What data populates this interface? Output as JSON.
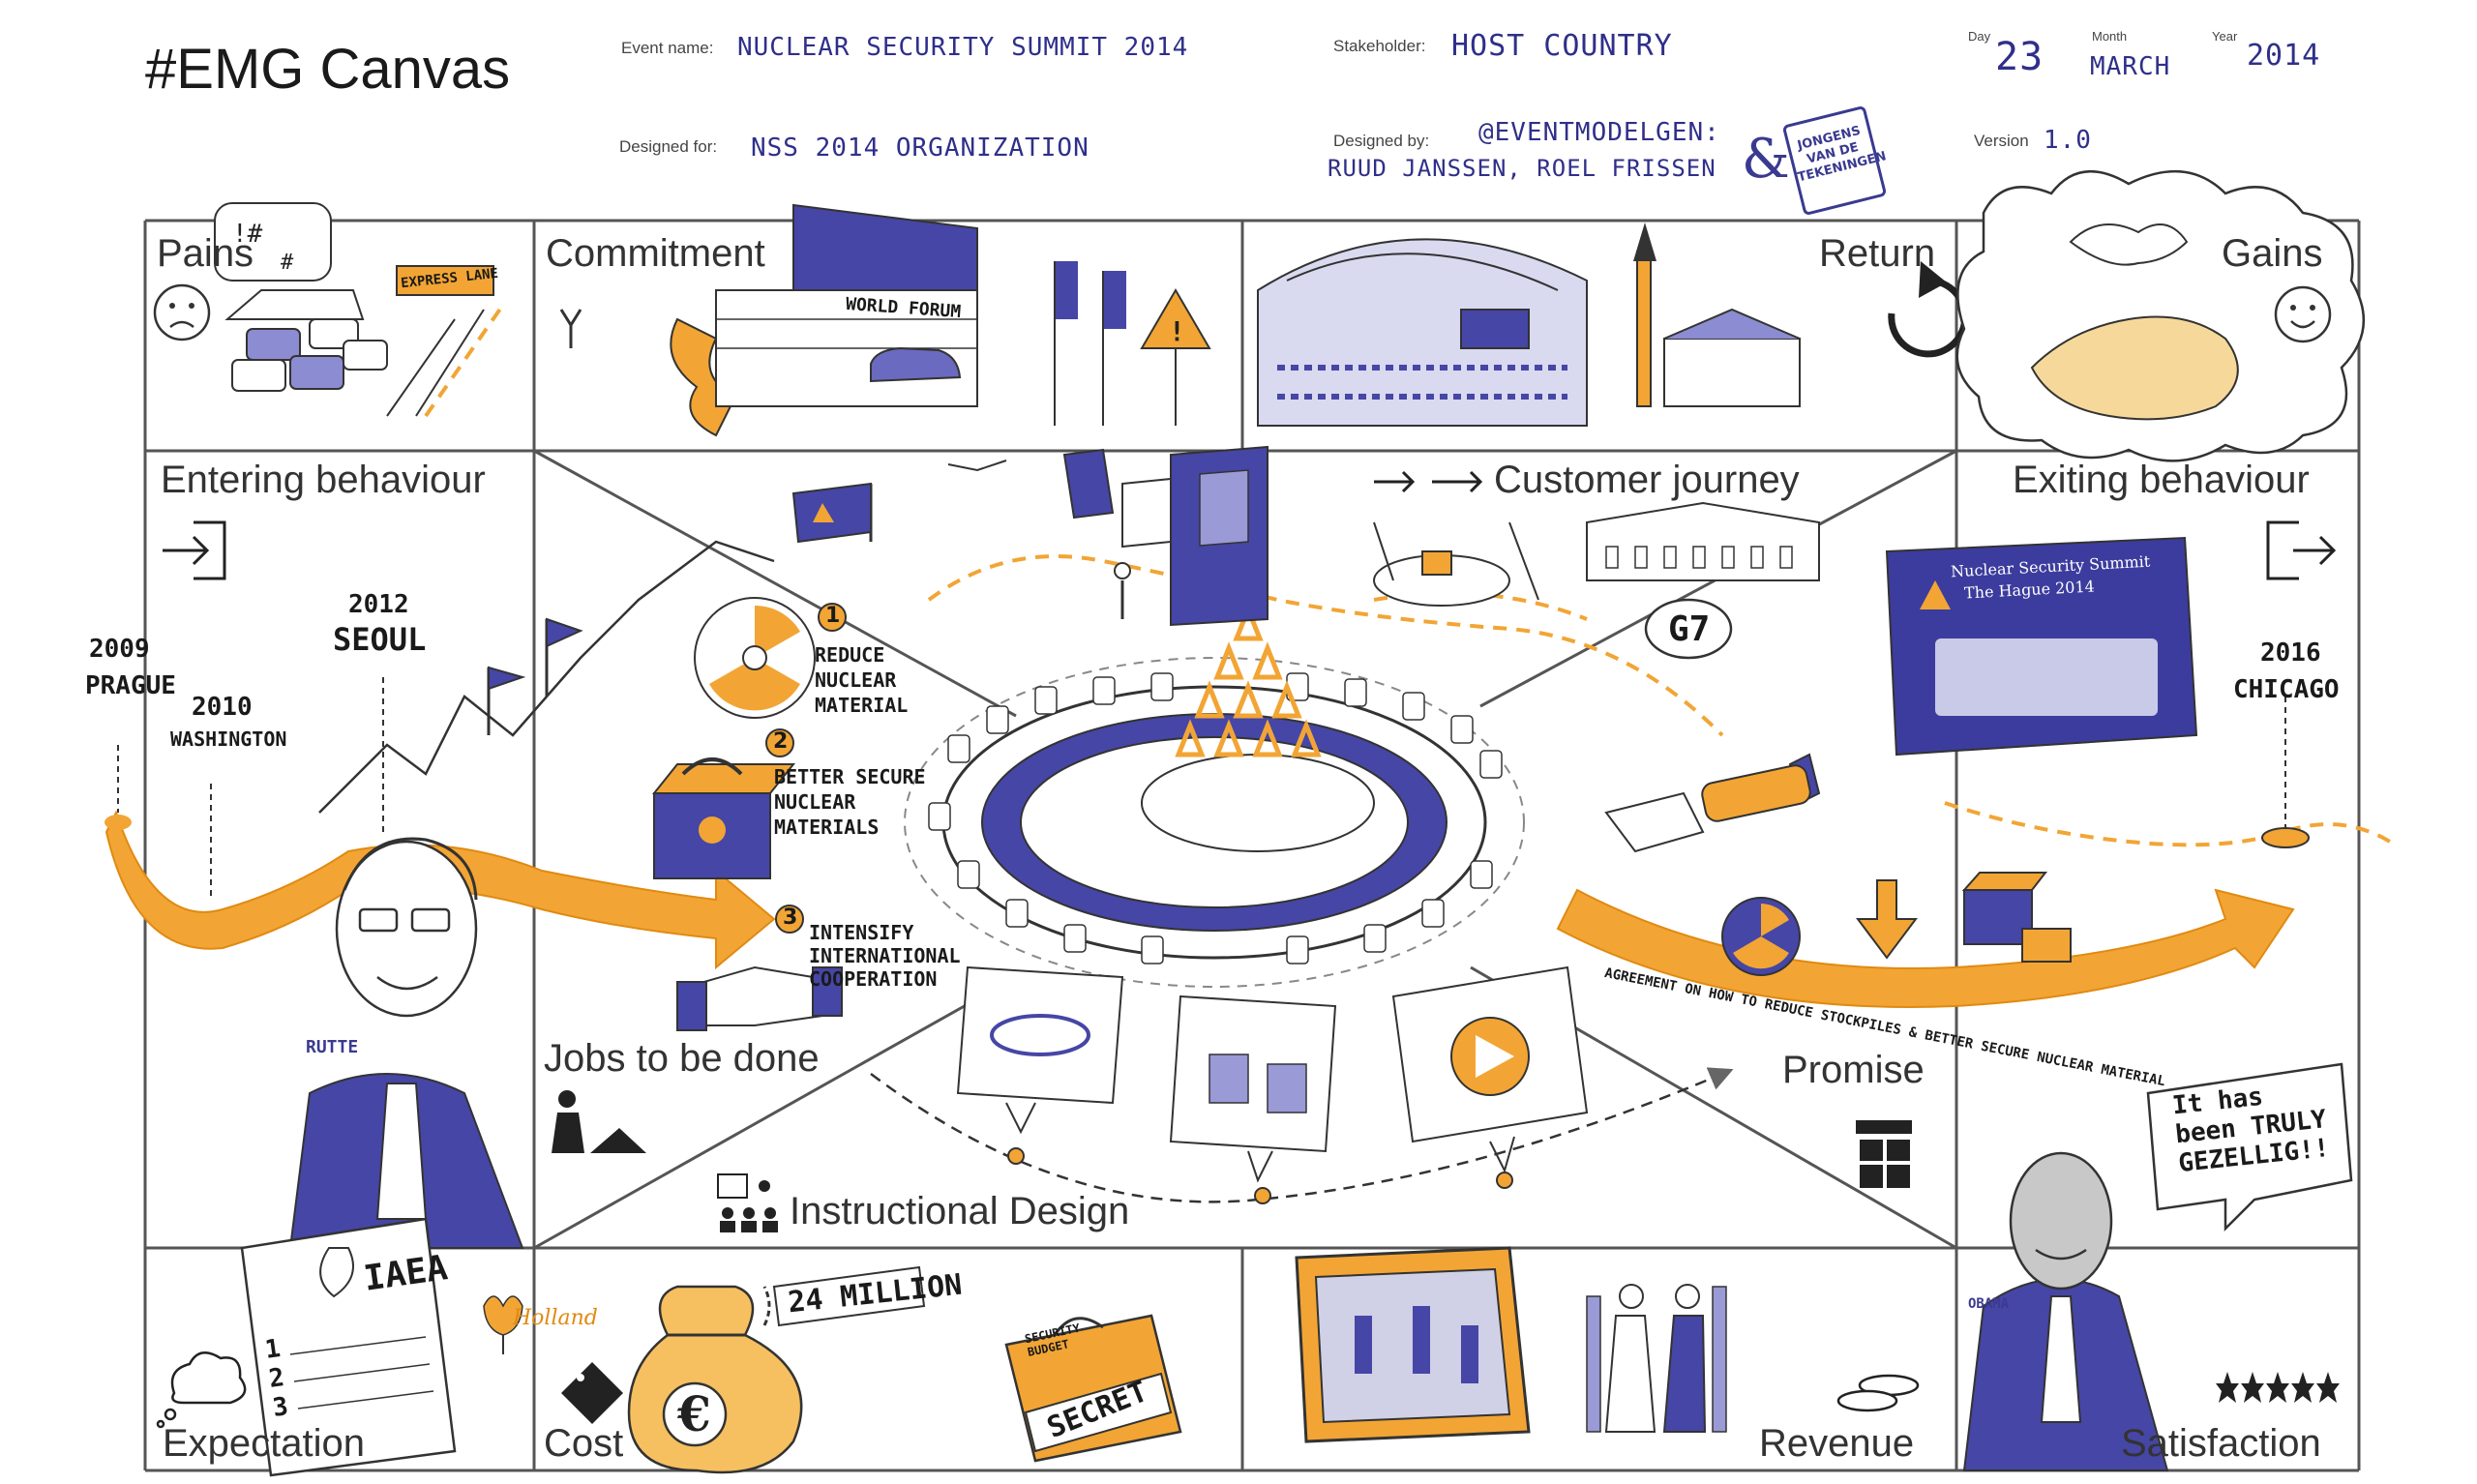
{
  "header": {
    "title": "#EMG Canvas",
    "event_name_label": "Event name:",
    "event_name_value": "NUCLEAR SECURITY SUMMIT 2014",
    "stakeholder_label": "Stakeholder:",
    "stakeholder_value": "HOST COUNTRY",
    "day_label": "Day",
    "day_value": "23",
    "month_label": "Month",
    "month_value": "MARCH",
    "year_label": "Year",
    "year_value": "2014",
    "designed_for_label": "Designed for:",
    "designed_for_value": "NSS 2014 ORGANIZATION",
    "designed_by_label": "Designed by:",
    "designed_by_line1": "@EVENTMODELGEN:",
    "designed_by_line2": "RUUD JANSSEN, ROEL FRISSEN",
    "designed_by_logo_text": "JONGENS VAN DE TEKENINGEN",
    "version_label": "Version",
    "version_value": "1.0"
  },
  "cells": {
    "pains": "Pains",
    "commitment": "Commitment",
    "return": "Return",
    "gains": "Gains",
    "entering_behaviour": "Entering behaviour",
    "customer_journey": "Customer journey",
    "exiting_behaviour": "Exiting behaviour",
    "jobs_to_be_done": "Jobs to be done",
    "promise": "Promise",
    "instructional_design": "Instructional Design",
    "expectation": "Expectation",
    "cost": "Cost",
    "revenue": "Revenue",
    "satisfaction": "Satisfaction"
  },
  "drawing_text": {
    "express_lane": "EXPRESS LANE",
    "world_forum": "WORLD FORUM",
    "g7": "G7",
    "screen_line1": "Nuclear Security Summit",
    "screen_line2": "The Hague 2014",
    "agreement": "AGREEMENT ON HOW TO REDUCE STOCKPILES & BETTER SECURE NUCLEAR MATERIAL",
    "speech_bubble": "It has been TRULY GEZELLIG!!",
    "rutte": "RUTTE",
    "obama": "OBAMA",
    "iaea": "IAEA",
    "holland": "Holland",
    "million": "24 MILLION",
    "security_budget": "SECURITY BUDGET",
    "secret": "SECRET",
    "euro": "€",
    "list_numbers": [
      "1",
      "2",
      "3"
    ]
  },
  "timeline": {
    "prague_year": "2009",
    "prague": "PRAGUE",
    "washington_year": "2010",
    "washington": "WASHINGTON",
    "seoul_year": "2012",
    "seoul": "SEOUL",
    "chicago_year": "2016",
    "chicago": "CHICAGO"
  },
  "goals": [
    {
      "num": "1",
      "text": "REDUCE NUCLEAR MATERIAL"
    },
    {
      "num": "2",
      "text": "BETTER SECURE NUCLEAR MATERIALS"
    },
    {
      "num": "3",
      "text": "INTENSIFY INTERNATIONAL COOPERATION"
    }
  ],
  "colors": {
    "orange": "#f2a534",
    "orange_dark": "#e08a12",
    "blue": "#4646a6",
    "blue_light": "#9a9ad6",
    "line": "#555555"
  }
}
